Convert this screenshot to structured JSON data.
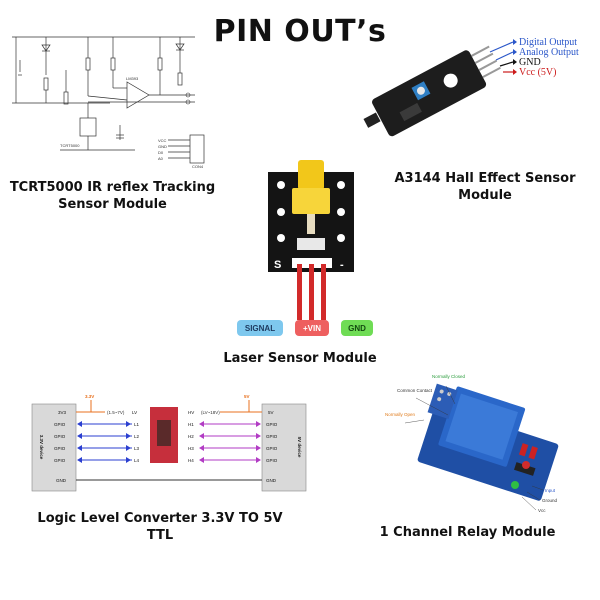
{
  "title": "PIN OUT’s",
  "tcrt": {
    "caption_line1": "TCRT5000 IR reflex Tracking",
    "caption_line2": "Sensor Module",
    "chip_label": "TCRT5000",
    "ic_label": "LM393",
    "connector_label": "CON4",
    "vcc": "VCC",
    "gnd": "GND",
    "d0": "D0",
    "a0": "A0"
  },
  "hall": {
    "caption_line1": "A3144 Hall Effect Sensor",
    "caption_line2": "Module",
    "pins": [
      "Digital Output",
      "Analog Output",
      "GND",
      "Vcc (5V)"
    ],
    "pin_colors": [
      "#2b57c9",
      "#2b57c9",
      "#111111",
      "#cc1b1b"
    ]
  },
  "laser": {
    "caption": "Laser Sensor Module",
    "board_s": "S",
    "board_minus": "-",
    "pins": [
      {
        "label": "SIGNAL",
        "color": "#7ec8ee"
      },
      {
        "label": "+VIN",
        "color": "#ee5f5f"
      },
      {
        "label": "GND",
        "color": "#6fdc55"
      }
    ]
  },
  "llc": {
    "caption": "Logic Level Converter  3.3V TO 5V TTL",
    "left_device": "3.3V device",
    "right_device": "5V device",
    "low_voltage": "3.3V",
    "high_voltage": "5V",
    "lv_label": "LV",
    "hv_label": "HV",
    "lv_range": "(1.5~7V)",
    "hv_range": "(LV~18V)",
    "left_pins": [
      "3V3",
      "GPIO",
      "GPIO",
      "GPIO",
      "GPIO",
      "GND"
    ],
    "right_pins": [
      "5V",
      "GPIO",
      "GPIO",
      "GPIO",
      "GPIO",
      "GND"
    ],
    "low_channels": [
      "L1",
      "L2",
      "L3",
      "L4"
    ],
    "high_channels": [
      "H1",
      "H2",
      "H3",
      "H4"
    ],
    "colors": {
      "power": "#e8711f",
      "low": "#2b3fd0",
      "high": "#b23bc4",
      "gnd": "#333333",
      "board": "#c62f3c"
    }
  },
  "relay": {
    "caption": "1 Channel Relay Module",
    "labels": {
      "common": "Common Contact",
      "nc": "Normally Closed",
      "no": "Normally Open",
      "input": "Input",
      "ground": "Ground",
      "vcc": "Vcc"
    }
  }
}
